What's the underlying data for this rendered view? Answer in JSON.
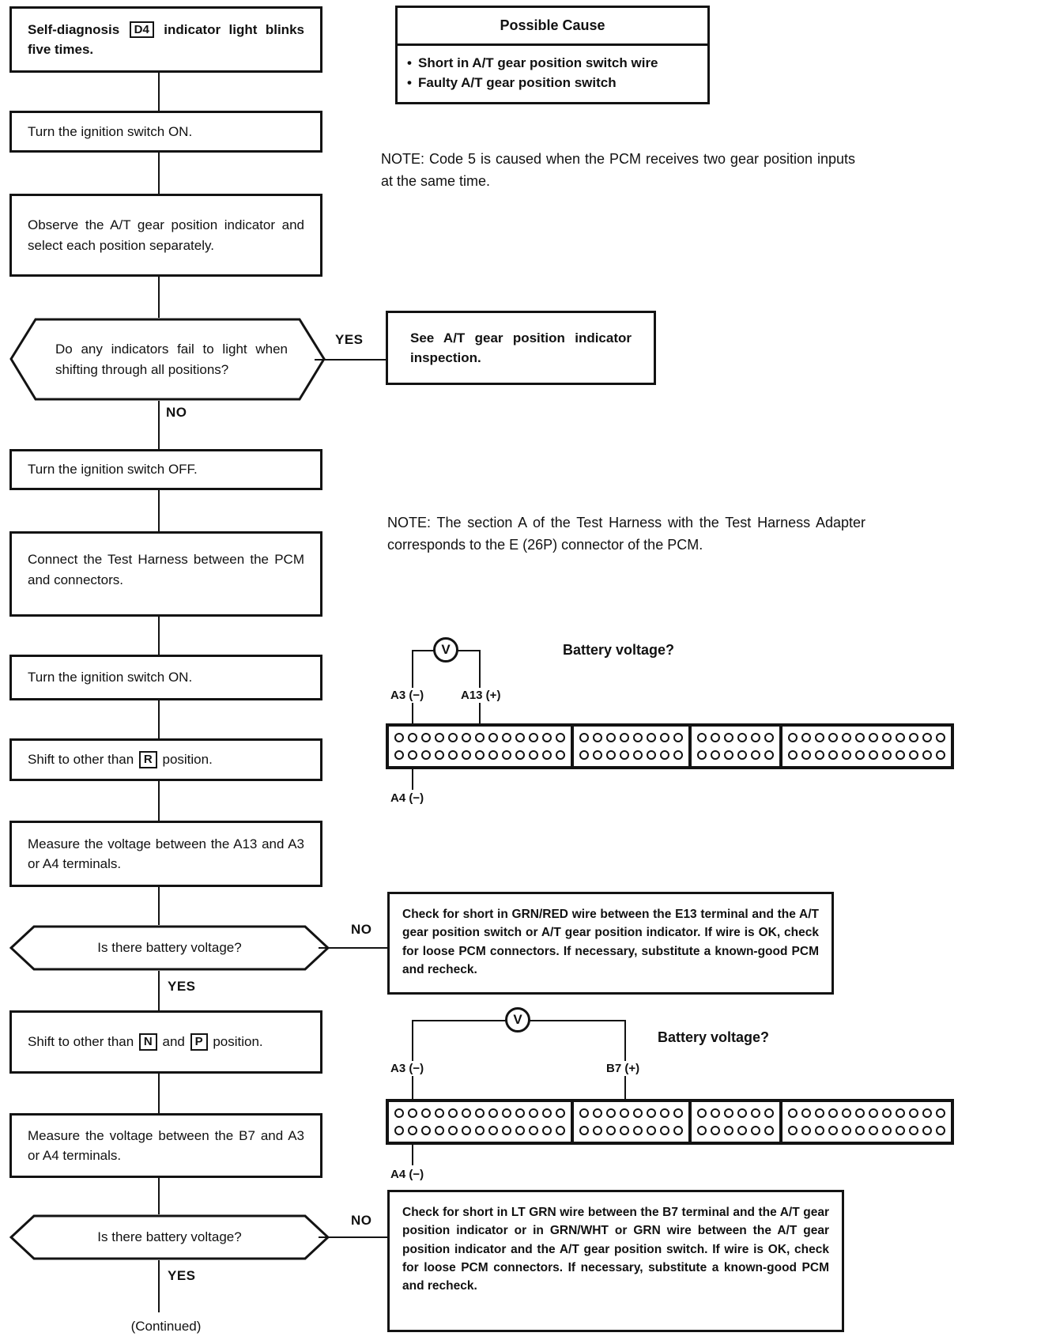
{
  "labels": {
    "yes": "YES",
    "no": "NO"
  },
  "possible_cause": {
    "title": "Possible Cause",
    "items": [
      "Short in A/T gear position switch wire",
      "Faulty A/T gear position switch"
    ]
  },
  "notes": {
    "note1": "NOTE:  Code 5 is caused when the PCM receives two gear position inputs at the same time.",
    "note2": "NOTE:  The section A of the Test Harness with the Test Harness Adapter corresponds to the E (26P) connector of the PCM."
  },
  "flow": {
    "start": {
      "pre": "Self-diagnosis ",
      "boxed": "D4",
      "post": " indicator light blinks five times."
    },
    "ignition_on_1": "Turn the ignition switch ON.",
    "observe": "Observe the A/T gear position indicator and select each position separately.",
    "decision_indicators": "Do any indicators fail to light when shifting through all positions?",
    "see_indicator_inspection": "See A/T gear position indicator inspection.",
    "ignition_off": "Turn the ignition switch OFF.",
    "connect_harness": "Connect the Test Harness between the PCM and connectors.",
    "ignition_on_2": "Turn the ignition switch ON.",
    "shift_r": {
      "pre": "Shift to other than ",
      "boxed": "R",
      "post": " position."
    },
    "measure_a13": "Measure the voltage between the A13 and A3 or A4 terminals.",
    "decision_battery_1": "Is there battery voltage?",
    "check_grn_red": "Check for short in GRN/RED wire between the E13 terminal and the A/T gear position switch or A/T gear position indicator. If wire is OK, check for loose PCM connectors. If necessary, substitute a known-good PCM and recheck.",
    "shift_np": {
      "pre": "Shift to other than ",
      "boxed1": "N",
      "mid": " and ",
      "boxed2": "P",
      "post": " position."
    },
    "measure_b7": "Measure the voltage between the B7 and A3 or A4 terminals.",
    "decision_battery_2": "Is there battery voltage?",
    "check_lt_grn": "Check for short in LT GRN wire between the B7 terminal and the A/T gear position indicator or in GRN/WHT or GRN wire between the A/T gear position indicator and the A/T gear position switch. If wire is OK, check for loose PCM connectors. If necessary, substitute a known-good PCM and recheck.",
    "continued": "(Continued)"
  },
  "meters": {
    "m1": {
      "symbol": "V",
      "left_terminal": "A3 (−)",
      "right_terminal": "A13 (+)",
      "bottom_terminal": "A4 (−)",
      "question": "Battery voltage?"
    },
    "m2": {
      "symbol": "V",
      "left_terminal": "A3 (−)",
      "right_terminal": "B7 (+)",
      "bottom_terminal": "A4 (−)",
      "question": "Battery voltage?"
    }
  },
  "connectors": {
    "c1": {
      "sections": [
        13,
        8,
        6,
        12
      ],
      "rows": 2
    },
    "c2": {
      "sections": [
        13,
        8,
        6,
        12
      ],
      "rows": 2
    }
  },
  "ink_color": "#131313"
}
